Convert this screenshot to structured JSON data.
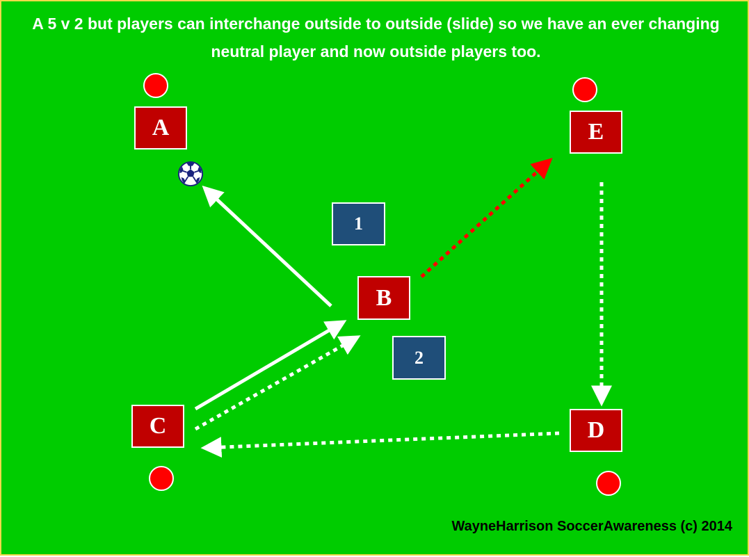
{
  "diagram": {
    "title": "A 5 v 2 but players can interchange outside to outside (slide) so we have an ever changing neutral player and now outside players too.",
    "credit": "WayneHarrison SoccerAwareness (c) 2014",
    "players": {
      "a": "A",
      "b": "B",
      "c": "C",
      "d": "D",
      "e": "E"
    },
    "defenders": {
      "one": "1",
      "two": "2"
    },
    "colors": {
      "pitch": "#00cc00",
      "attacker": "#c00000",
      "defender": "#1f4e79",
      "cone": "#ff0000",
      "run_arrow": "#ff0000",
      "pass_arrow": "#ffffff",
      "border": "#f2d94a"
    },
    "icons": {
      "ball": "soccer-ball-icon",
      "cone": "red-cone-icon"
    }
  }
}
